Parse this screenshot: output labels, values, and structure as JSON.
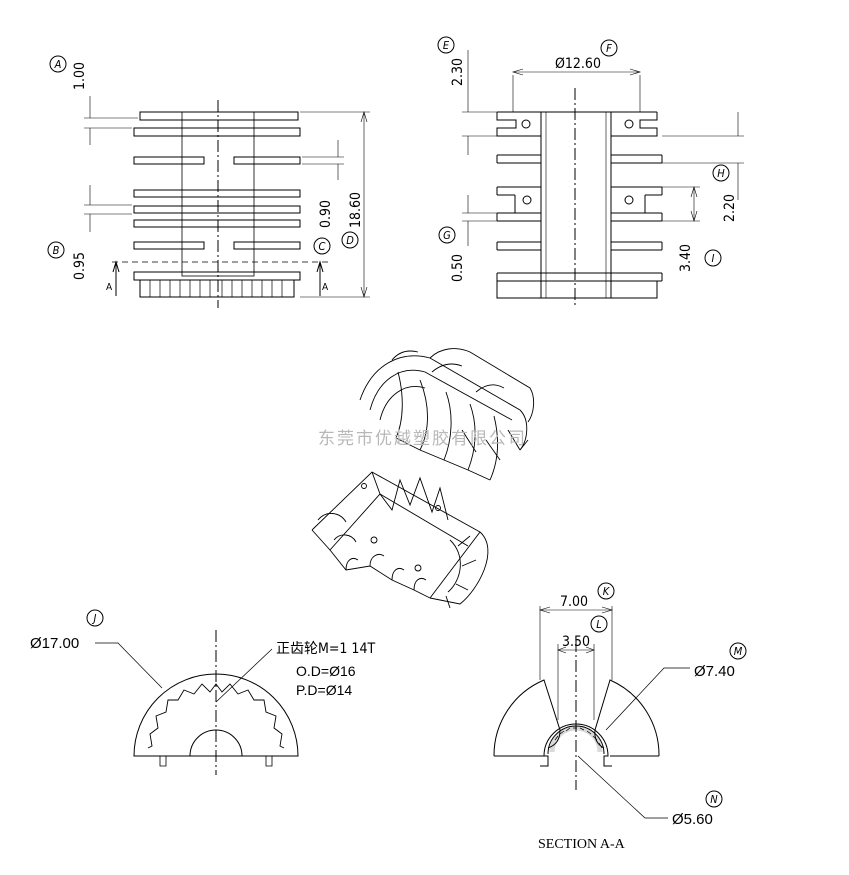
{
  "view_a": {
    "dims": {
      "a": "1.00",
      "b": "0.95",
      "c": "0.90",
      "d": "18.60"
    },
    "labels": {
      "a": "A",
      "b": "B",
      "c": "C",
      "d": "D"
    },
    "section_marks": [
      "A",
      "A"
    ]
  },
  "view_b": {
    "dims": {
      "e": "2.30",
      "f": "Ø12.60",
      "g": "0.50",
      "h": "2.20",
      "i": "3.40"
    },
    "labels": {
      "e": "E",
      "f": "F",
      "g": "G",
      "h": "H",
      "i": "I"
    }
  },
  "gear_view": {
    "label_j": "J",
    "diameter": "Ø17.00",
    "gear_spec": "正齿轮M=1 14T",
    "od": "O.D=Ø16",
    "pd": "P.D=Ø14"
  },
  "section_view": {
    "labels": {
      "k": "K",
      "l": "L",
      "m": "M",
      "n": "N"
    },
    "dims": {
      "k": "7.00",
      "l": "3.50",
      "m": "Ø7.40",
      "n": "Ø5.60"
    },
    "title": "SECTION A-A"
  },
  "watermark": "东莞市优越塑胶有限公司"
}
